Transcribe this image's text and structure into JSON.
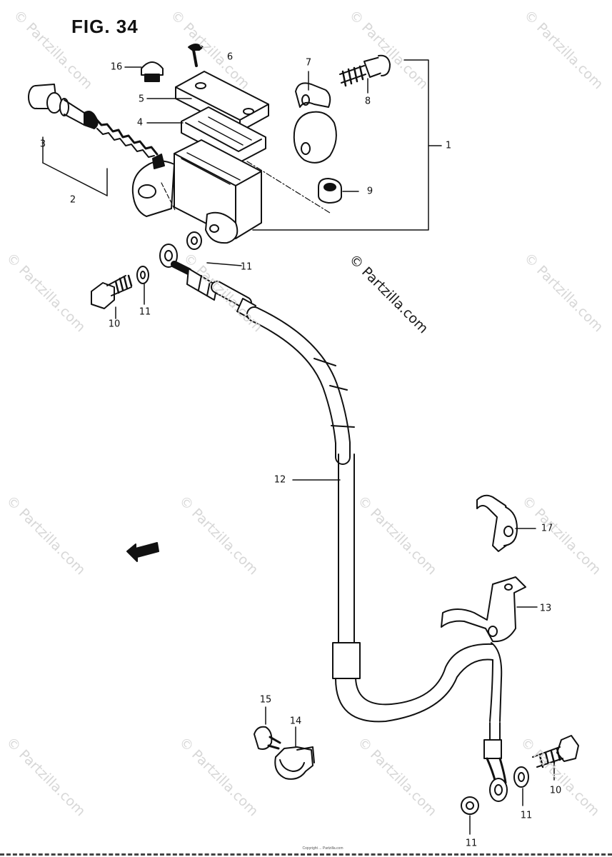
{
  "figure": {
    "title": "FIG. 34"
  },
  "watermark": {
    "text": "© Partzilla.com"
  },
  "copyright": {
    "text": "Copyright ... Partzilla.com"
  },
  "callouts": [
    {
      "label": "1"
    },
    {
      "label": "2"
    },
    {
      "label": "3"
    },
    {
      "label": "4"
    },
    {
      "label": "5"
    },
    {
      "label": "6"
    },
    {
      "label": "7"
    },
    {
      "label": "8"
    },
    {
      "label": "9"
    },
    {
      "label": "10"
    },
    {
      "label": "10"
    },
    {
      "label": "11"
    },
    {
      "label": "11"
    },
    {
      "label": "11"
    },
    {
      "label": "11"
    },
    {
      "label": "12"
    },
    {
      "label": "13"
    },
    {
      "label": "14"
    },
    {
      "label": "15"
    },
    {
      "label": "16"
    },
    {
      "label": "17"
    }
  ],
  "fwd_marker": {
    "text": "FWD"
  },
  "colors": {
    "ink": "#111111",
    "watermark": "#d7d7d7"
  }
}
